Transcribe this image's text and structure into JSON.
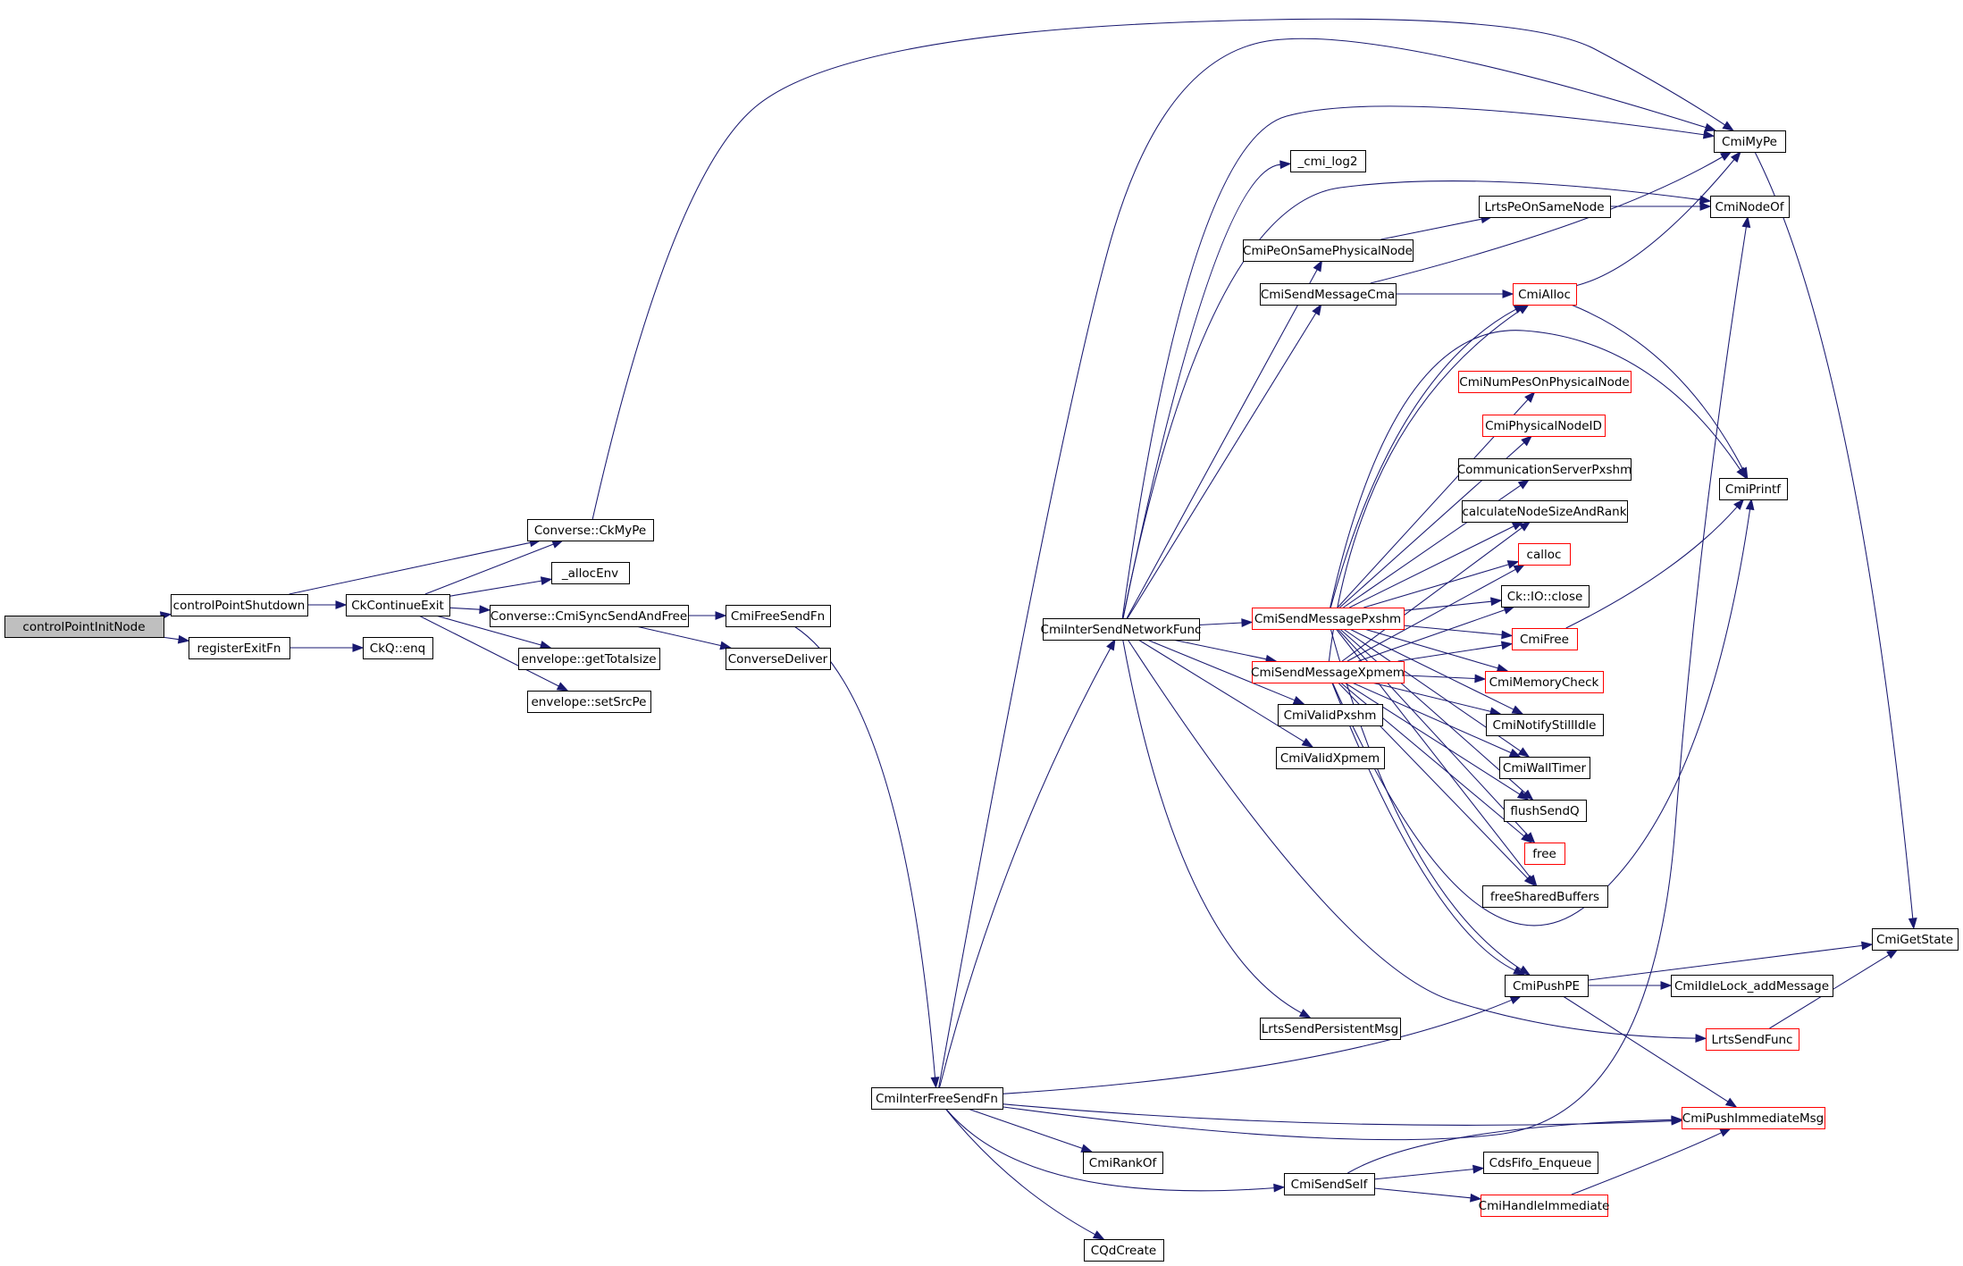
{
  "diagram": {
    "type": "call-graph",
    "colors": {
      "edge": "#191970",
      "root_fill": "#bfbfbf",
      "highlight_border": "#ff0000",
      "node_border": "#000000"
    },
    "nodes": [
      {
        "id": "controlPointInitNode",
        "label": "controlPointInitNode",
        "style": "root"
      },
      {
        "id": "controlPointShutdown",
        "label": "controlPointShutdown"
      },
      {
        "id": "registerExitFn",
        "label": "registerExitFn"
      },
      {
        "id": "CkContinueExit",
        "label": "CkContinueExit"
      },
      {
        "id": "CkQenq",
        "label": "CkQ::enq"
      },
      {
        "id": "ConverseCkMyPe",
        "label": "Converse::CkMyPe"
      },
      {
        "id": "allocEnv",
        "label": "_allocEnv"
      },
      {
        "id": "ConverseCmiSyncSendAndFree",
        "label": "Converse::CmiSyncSendAndFree"
      },
      {
        "id": "envelopeGetTotalsize",
        "label": "envelope::getTotalsize"
      },
      {
        "id": "envelopeSetSrcPe",
        "label": "envelope::setSrcPe"
      },
      {
        "id": "CmiFreeSendFn",
        "label": "CmiFreeSendFn"
      },
      {
        "id": "ConverseDeliver",
        "label": "ConverseDeliver"
      },
      {
        "id": "CmiInterFreeSendFn",
        "label": "CmiInterFreeSendFn"
      },
      {
        "id": "CmiInterSendNetworkFunc",
        "label": "CmiInterSendNetworkFunc"
      },
      {
        "id": "cmiLog2",
        "label": "_cmi_log2"
      },
      {
        "id": "CmiPeOnSamePhysicalNode",
        "label": "CmiPeOnSamePhysicalNode"
      },
      {
        "id": "CmiSendMessageCma",
        "label": "CmiSendMessageCma"
      },
      {
        "id": "LrtsPeOnSameNode",
        "label": "LrtsPeOnSameNode"
      },
      {
        "id": "CmiMyPe",
        "label": "CmiMyPe"
      },
      {
        "id": "CmiNodeOf",
        "label": "CmiNodeOf"
      },
      {
        "id": "CmiAlloc",
        "label": "CmiAlloc",
        "style": "red"
      },
      {
        "id": "CmiNumPesOnPhysicalNode",
        "label": "CmiNumPesOnPhysicalNode",
        "style": "red"
      },
      {
        "id": "CmiPhysicalNodeID",
        "label": "CmiPhysicalNodeID",
        "style": "red"
      },
      {
        "id": "CommunicationServerPxshm",
        "label": "CommunicationServerPxshm"
      },
      {
        "id": "calculateNodeSizeAndRank",
        "label": "calculateNodeSizeAndRank"
      },
      {
        "id": "calloc",
        "label": "calloc",
        "style": "red"
      },
      {
        "id": "CkIOclose",
        "label": "Ck::IO::close"
      },
      {
        "id": "CmiFree",
        "label": "CmiFree",
        "style": "red"
      },
      {
        "id": "CmiMemoryCheck",
        "label": "CmiMemoryCheck",
        "style": "red"
      },
      {
        "id": "CmiNotifyStillIdle",
        "label": "CmiNotifyStillIdle"
      },
      {
        "id": "CmiWallTimer",
        "label": "CmiWallTimer"
      },
      {
        "id": "flushSendQ",
        "label": "flushSendQ"
      },
      {
        "id": "free",
        "label": "free",
        "style": "red"
      },
      {
        "id": "freeSharedBuffers",
        "label": "freeSharedBuffers"
      },
      {
        "id": "CmiSendMessagePxshm",
        "label": "CmiSendMessagePxshm",
        "style": "red"
      },
      {
        "id": "CmiSendMessageXpmem",
        "label": "CmiSendMessageXpmem",
        "style": "red"
      },
      {
        "id": "CmiValidPxshm",
        "label": "CmiValidPxshm"
      },
      {
        "id": "CmiValidXpmem",
        "label": "CmiValidXpmem"
      },
      {
        "id": "CmiPrintf",
        "label": "CmiPrintf"
      },
      {
        "id": "CmiGetState",
        "label": "CmiGetState"
      },
      {
        "id": "CmiPushPE",
        "label": "CmiPushPE"
      },
      {
        "id": "CmiIdleLockAddMessage",
        "label": "CmiIdleLock_addMessage"
      },
      {
        "id": "LrtsSendPersistentMsg",
        "label": "LrtsSendPersistentMsg"
      },
      {
        "id": "LrtsSendFunc",
        "label": "LrtsSendFunc",
        "style": "red"
      },
      {
        "id": "CmiPushImmediateMsg",
        "label": "CmiPushImmediateMsg",
        "style": "red"
      },
      {
        "id": "CmiRankOf",
        "label": "CmiRankOf"
      },
      {
        "id": "CdsFifoEnqueue",
        "label": "CdsFifo_Enqueue"
      },
      {
        "id": "CmiSendSelf",
        "label": "CmiSendSelf"
      },
      {
        "id": "CmiHandleImmediate",
        "label": "CmiHandleImmediate",
        "style": "red"
      },
      {
        "id": "CQdCreate",
        "label": "CQdCreate"
      }
    ],
    "edges": [
      [
        "controlPointInitNode",
        "controlPointShutdown"
      ],
      [
        "controlPointInitNode",
        "registerExitFn"
      ],
      [
        "controlPointShutdown",
        "CkContinueExit"
      ],
      [
        "controlPointShutdown",
        "ConverseCkMyPe"
      ],
      [
        "registerExitFn",
        "CkQenq"
      ],
      [
        "CkContinueExit",
        "ConverseCkMyPe"
      ],
      [
        "CkContinueExit",
        "allocEnv"
      ],
      [
        "CkContinueExit",
        "ConverseCmiSyncSendAndFree"
      ],
      [
        "CkContinueExit",
        "envelopeGetTotalsize"
      ],
      [
        "CkContinueExit",
        "envelopeSetSrcPe"
      ],
      [
        "ConverseCkMyPe",
        "CmiMyPe"
      ],
      [
        "ConverseCmiSyncSendAndFree",
        "CmiFreeSendFn"
      ],
      [
        "ConverseCmiSyncSendAndFree",
        "ConverseDeliver"
      ],
      [
        "CmiFreeSendFn",
        "CmiInterFreeSendFn"
      ],
      [
        "CmiInterFreeSendFn",
        "CmiInterSendNetworkFunc"
      ],
      [
        "CmiInterFreeSendFn",
        "CmiMyPe"
      ],
      [
        "CmiInterFreeSendFn",
        "CmiNodeOf"
      ],
      [
        "CmiInterFreeSendFn",
        "CmiPushPE"
      ],
      [
        "CmiInterFreeSendFn",
        "CmiPushImmediateMsg"
      ],
      [
        "CmiInterFreeSendFn",
        "CmiRankOf"
      ],
      [
        "CmiInterFreeSendFn",
        "CmiSendSelf"
      ],
      [
        "CmiInterFreeSendFn",
        "CQdCreate"
      ],
      [
        "CmiInterSendNetworkFunc",
        "cmiLog2"
      ],
      [
        "CmiInterSendNetworkFunc",
        "CmiMyPe"
      ],
      [
        "CmiInterSendNetworkFunc",
        "CmiNodeOf"
      ],
      [
        "CmiInterSendNetworkFunc",
        "CmiPeOnSamePhysicalNode"
      ],
      [
        "CmiInterSendNetworkFunc",
        "CmiSendMessageCma"
      ],
      [
        "CmiInterSendNetworkFunc",
        "CmiSendMessagePxshm"
      ],
      [
        "CmiInterSendNetworkFunc",
        "CmiSendMessageXpmem"
      ],
      [
        "CmiInterSendNetworkFunc",
        "CmiValidPxshm"
      ],
      [
        "CmiInterSendNetworkFunc",
        "CmiValidXpmem"
      ],
      [
        "CmiInterSendNetworkFunc",
        "LrtsSendPersistentMsg"
      ],
      [
        "CmiInterSendNetworkFunc",
        "LrtsSendFunc"
      ],
      [
        "CmiPeOnSamePhysicalNode",
        "LrtsPeOnSameNode"
      ],
      [
        "LrtsPeOnSameNode",
        "CmiNodeOf"
      ],
      [
        "CmiSendMessageCma",
        "CmiAlloc"
      ],
      [
        "CmiSendMessageCma",
        "CmiMyPe"
      ],
      [
        "CmiAlloc",
        "CmiMyPe"
      ],
      [
        "CmiAlloc",
        "CmiPrintf"
      ],
      [
        "CmiMyPe",
        "CmiGetState"
      ],
      [
        "CmiSendMessagePxshm",
        "CmiAlloc"
      ],
      [
        "CmiSendMessagePxshm",
        "CmiNumPesOnPhysicalNode"
      ],
      [
        "CmiSendMessagePxshm",
        "CmiPhysicalNodeID"
      ],
      [
        "CmiSendMessagePxshm",
        "CommunicationServerPxshm"
      ],
      [
        "CmiSendMessagePxshm",
        "calculateNodeSizeAndRank"
      ],
      [
        "CmiSendMessagePxshm",
        "calloc"
      ],
      [
        "CmiSendMessagePxshm",
        "CkIOclose"
      ],
      [
        "CmiSendMessagePxshm",
        "CmiFree"
      ],
      [
        "CmiSendMessagePxshm",
        "CmiMemoryCheck"
      ],
      [
        "CmiSendMessagePxshm",
        "CmiNotifyStillIdle"
      ],
      [
        "CmiSendMessagePxshm",
        "CmiWallTimer"
      ],
      [
        "CmiSendMessagePxshm",
        "flushSendQ"
      ],
      [
        "CmiSendMessagePxshm",
        "free"
      ],
      [
        "CmiSendMessagePxshm",
        "freeSharedBuffers"
      ],
      [
        "CmiSendMessagePxshm",
        "CmiPrintf"
      ],
      [
        "CmiSendMessagePxshm",
        "CmiPushPE"
      ],
      [
        "CmiSendMessageXpmem",
        "CmiAlloc"
      ],
      [
        "CmiSendMessageXpmem",
        "calculateNodeSizeAndRank"
      ],
      [
        "CmiSendMessageXpmem",
        "calloc"
      ],
      [
        "CmiSendMessageXpmem",
        "CkIOclose"
      ],
      [
        "CmiSendMessageXpmem",
        "CmiFree"
      ],
      [
        "CmiSendMessageXpmem",
        "CmiMemoryCheck"
      ],
      [
        "CmiSendMessageXpmem",
        "CmiNotifyStillIdle"
      ],
      [
        "CmiSendMessageXpmem",
        "CmiWallTimer"
      ],
      [
        "CmiSendMessageXpmem",
        "flushSendQ"
      ],
      [
        "CmiSendMessageXpmem",
        "free"
      ],
      [
        "CmiSendMessageXpmem",
        "freeSharedBuffers"
      ],
      [
        "CmiSendMessageXpmem",
        "CmiPrintf"
      ],
      [
        "CmiSendMessageXpmem",
        "CmiPushPE"
      ],
      [
        "CmiFree",
        "CmiPrintf"
      ],
      [
        "CmiPushPE",
        "CmiGetState"
      ],
      [
        "CmiPushPE",
        "CmiIdleLockAddMessage"
      ],
      [
        "CmiPushPE",
        "CmiPushImmediateMsg"
      ],
      [
        "LrtsSendFunc",
        "CmiGetState"
      ],
      [
        "CmiSendSelf",
        "CdsFifoEnqueue"
      ],
      [
        "CmiSendSelf",
        "CmiHandleImmediate"
      ],
      [
        "CmiSendSelf",
        "CmiPushImmediateMsg"
      ],
      [
        "CmiHandleImmediate",
        "CmiPushImmediateMsg"
      ]
    ]
  }
}
